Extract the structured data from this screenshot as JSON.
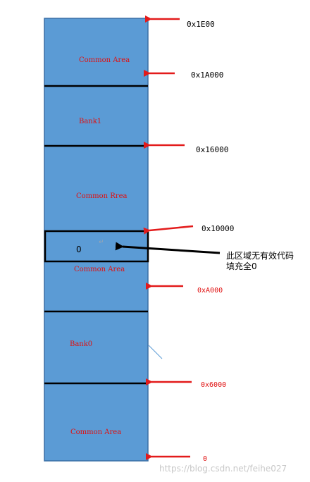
{
  "colors": {
    "block_fill": "#5b9bd5",
    "block_stroke": "#3a6ea5",
    "divider": "#000000",
    "arrow": "#e31b1b",
    "label_red": "#e01010",
    "label_black": "#000000",
    "watermark": "#c8c8c8"
  },
  "regions": [
    {
      "label": "Common Area"
    },
    {
      "label": "Bank1"
    },
    {
      "label": "Common Rrea"
    },
    {
      "label": "0"
    },
    {
      "label": "Common Area"
    },
    {
      "label": "Bank0"
    },
    {
      "label": "Common Area"
    }
  ],
  "addresses": [
    {
      "text": "0x1E00",
      "color": "black"
    },
    {
      "text": "0x1A000",
      "color": "black"
    },
    {
      "text": "0x16000",
      "color": "black"
    },
    {
      "text": "0x10000",
      "color": "black"
    },
    {
      "text": "0xA000",
      "color": "red"
    },
    {
      "text": "0x6000",
      "color": "red"
    },
    {
      "text": "0",
      "color": "red"
    }
  ],
  "note": {
    "line1": "此区域无有效代码",
    "line2": "填充全0"
  },
  "watermark": "https://blog.csdn.net/feihe027"
}
